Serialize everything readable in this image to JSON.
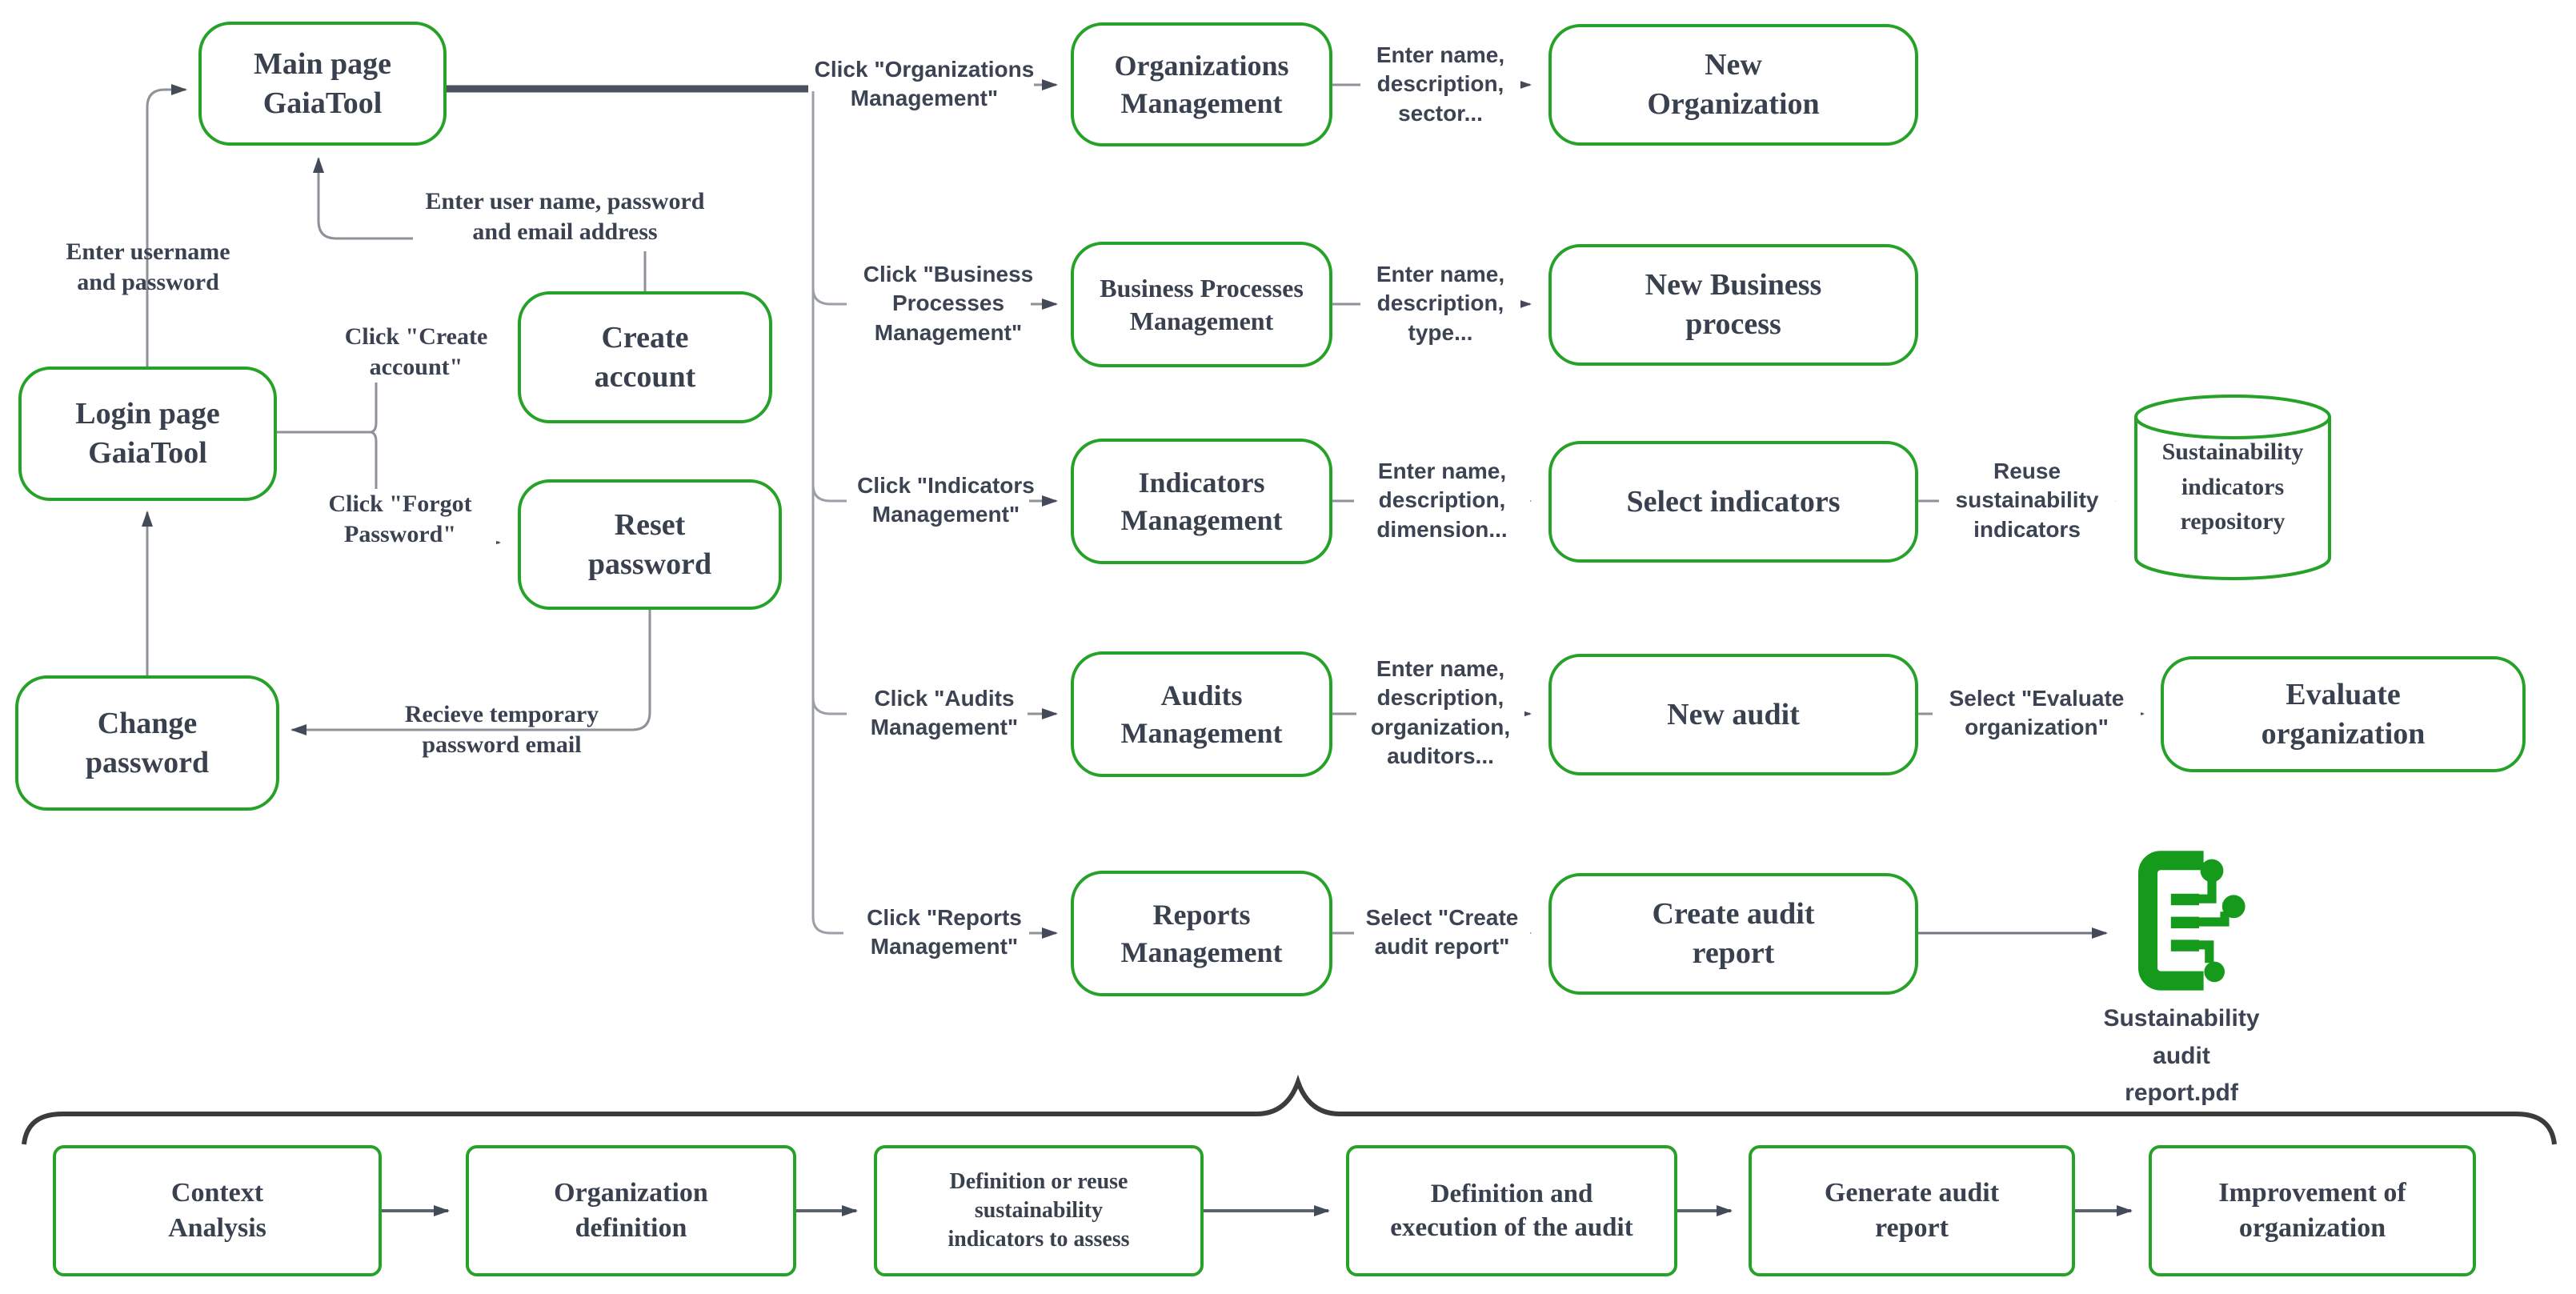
{
  "title": "GaiaTool navigation and sustainability audit process diagram",
  "nodes": {
    "main_page": {
      "label": "Main page\nGaiaTool"
    },
    "login_page": {
      "label": "Login page\nGaiaTool"
    },
    "create_account": {
      "label": "Create\naccount"
    },
    "reset_password": {
      "label": "Reset\npassword"
    },
    "change_password": {
      "label": "Change\npassword"
    },
    "organizations_management": {
      "label": "Organizations\nManagement"
    },
    "business_processes_management": {
      "label": "Business Processes\nManagement"
    },
    "indicators_management": {
      "label": "Indicators\nManagement"
    },
    "audits_management": {
      "label": "Audits\nManagement"
    },
    "reports_management": {
      "label": "Reports\nManagement"
    },
    "new_organization": {
      "label": "New\nOrganization"
    },
    "new_business_process": {
      "label": "New Business\nprocess"
    },
    "select_indicators": {
      "label": "Select indicators"
    },
    "new_audit": {
      "label": "New audit"
    },
    "create_audit_report": {
      "label": "Create audit\nreport"
    },
    "evaluate_organization": {
      "label": "Evaluate\norganization"
    },
    "sustainability_repository": {
      "label": "Sustainability\nindicators\nrepository"
    },
    "context_analysis": {
      "label": "Context\nAnalysis"
    },
    "organization_definition": {
      "label": "Organization\ndefinition"
    },
    "definition_reuse_indicators": {
      "label": "Definition or reuse\nsustainability\nindicators to assess"
    },
    "definition_execution_audit": {
      "label": "Definition and\nexecution of the audit"
    },
    "generate_audit_report": {
      "label": "Generate audit\nreport"
    },
    "improvement_organization": {
      "label": "Improvement of\norganization"
    }
  },
  "edge_labels": {
    "enter_username_password": {
      "label": "Enter username\nand password"
    },
    "enter_user_name_email": {
      "label": "Enter user name, password\nand email address"
    },
    "click_create_account": {
      "label": "Click \"Create\naccount\""
    },
    "click_forgot_password": {
      "label": "Click \"Forgot\nPassword\""
    },
    "recieve_temporary_email": {
      "label": "Recieve temporary\npassword email"
    },
    "click_organizations": {
      "label": "Click \"Organizations\nManagement\""
    },
    "click_business": {
      "label": "Click \"Business\nProcesses\nManagement\""
    },
    "click_indicators": {
      "label": "Click \"Indicators\nManagement\""
    },
    "click_audits": {
      "label": "Click \"Audits\nManagement\""
    },
    "click_reports": {
      "label": "Click \"Reports\nManagement\""
    },
    "enter_name_sector": {
      "label": "Enter name,\ndescription,\nsector..."
    },
    "enter_name_type": {
      "label": "Enter name,\ndescription,\ntype..."
    },
    "enter_name_dimension": {
      "label": "Enter name,\ndescription,\ndimension..."
    },
    "enter_name_auditors": {
      "label": "Enter name,\ndescription,\norganization,\nauditors..."
    },
    "select_create_audit_report": {
      "label": "Select \"Create\naudit report\""
    },
    "reuse_sustainability_indicators": {
      "label": "Reuse\nsustainability\nindicators"
    },
    "select_evaluate_organization": {
      "label": "Select \"Evaluate\norganization\""
    }
  },
  "file": {
    "name": "Sustainability\naudit\nreport.pdf"
  },
  "colors": {
    "node_border": "#27a228",
    "node_text": "#39414f",
    "label_text": "#3c4353",
    "connector": "#8e9298",
    "arrowhead": "#444b58",
    "thick_line": "#4a515c",
    "brace": "#3c3c3c",
    "pdf_icon": "#159a1b"
  }
}
